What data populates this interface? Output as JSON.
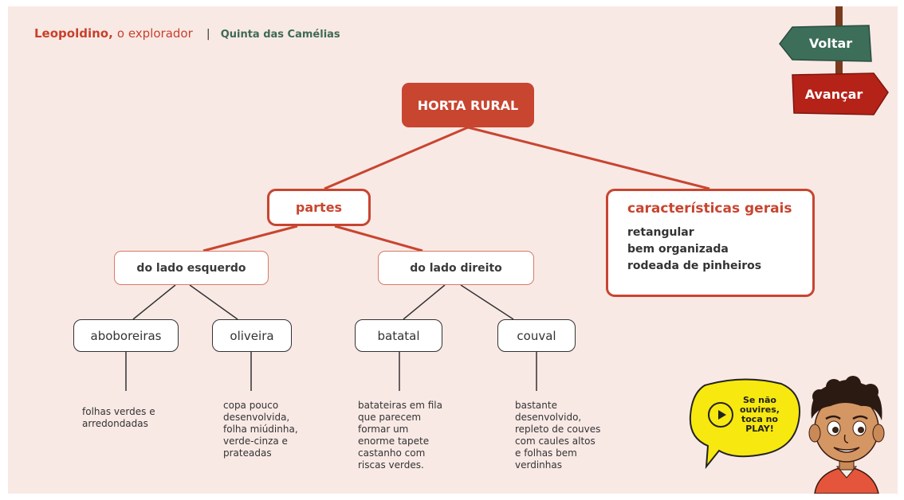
{
  "header": {
    "title_bold": "Leopoldino,",
    "title_rest": "o explorador",
    "separator": "|",
    "subtitle": "Quinta das Camélias"
  },
  "nav": {
    "back_label": "Voltar",
    "next_label": "Avançar"
  },
  "map": {
    "root": "HORTA RURAL",
    "parts": "partes",
    "left": "do lado esquerdo",
    "right": "do lado direito",
    "items": [
      {
        "label": "aboboreiras",
        "desc": [
          "folhas verdes e",
          "arredondadas"
        ]
      },
      {
        "label": "oliveira",
        "desc": [
          "copa pouco",
          "desenvolvida,",
          "folha miúdinha,",
          "verde-cinza e",
          "prateadas"
        ]
      },
      {
        "label": "batatal",
        "desc": [
          "batateiras em fila",
          "que parecem",
          "formar um",
          "enorme tapete",
          "castanho com",
          "riscas  verdes."
        ]
      },
      {
        "label": "couval",
        "desc": [
          "bastante",
          "desenvolvido,",
          "repleto de couves",
          "com caules altos",
          "e folhas bem",
          "verdinhas"
        ]
      }
    ],
    "features": {
      "title": "características gerais",
      "items": [
        "retangular",
        "bem organizada",
        "rodeada de pinheiros"
      ]
    }
  },
  "audio": {
    "prompt": [
      "Se não",
      "ouvires,",
      "toca no",
      "PLAY!"
    ]
  },
  "colors": {
    "accent": "#c84530",
    "back_sign": "#3c6e5a",
    "next_sign": "#b52218",
    "bubble": "#f7e80f"
  }
}
